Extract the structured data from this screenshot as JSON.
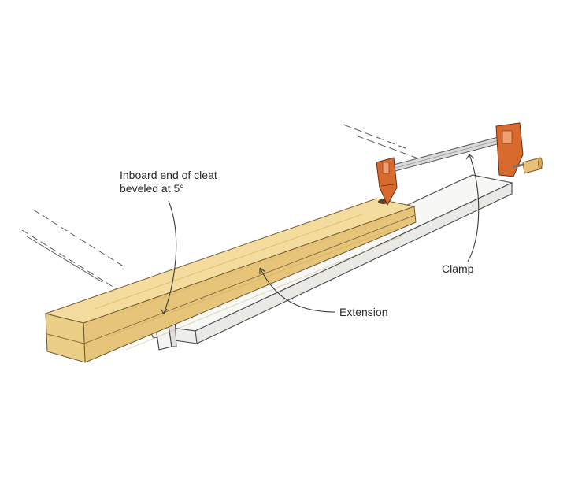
{
  "labels": {
    "cleat_line1": "Inboard end of cleat",
    "cleat_line2": "beveled at 5°",
    "clamp": "Clamp",
    "extension": "Extension"
  },
  "colors": {
    "wood_top": "#f3dc9e",
    "wood_side": "#e6c57a",
    "clamp_body": "#d96a2e",
    "clamp_handle": "#e8c07a",
    "table_edge": "#6b6b6b",
    "ink": "#2a2a2a"
  }
}
